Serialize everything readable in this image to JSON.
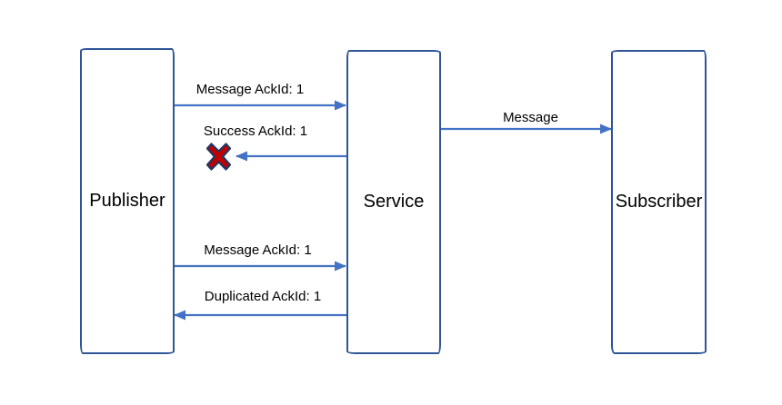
{
  "diagram_type": "sequence-diagram",
  "actors": [
    {
      "id": "publisher",
      "label": "Publisher"
    },
    {
      "id": "service",
      "label": "Service"
    },
    {
      "id": "subscriber",
      "label": "Subscriber"
    }
  ],
  "messages": [
    {
      "label": "Message AckId: 1",
      "from": "Publisher",
      "to": "Service",
      "direction": "right",
      "status": "delivered"
    },
    {
      "label": "Success AckId: 1",
      "from": "Service",
      "to": "Publisher",
      "direction": "left",
      "status": "failed"
    },
    {
      "label": "Message",
      "from": "Service",
      "to": "Subscriber",
      "direction": "right",
      "status": "delivered"
    },
    {
      "label": "Message AckId: 1",
      "from": "Publisher",
      "to": "Service",
      "direction": "right",
      "status": "delivered"
    },
    {
      "label": "Duplicated AckId: 1",
      "from": "Service",
      "to": "Publisher",
      "direction": "left",
      "status": "delivered"
    }
  ],
  "icons": [
    {
      "name": "failed-delivery-x-icon",
      "meaning": "message not received"
    }
  ],
  "colors": {
    "box_border": "#2F5597",
    "arrow": "#4472C4",
    "x_fill": "#C00000",
    "x_stroke": "#1F3864",
    "text": "#000000",
    "background": "#FFFFFF"
  }
}
